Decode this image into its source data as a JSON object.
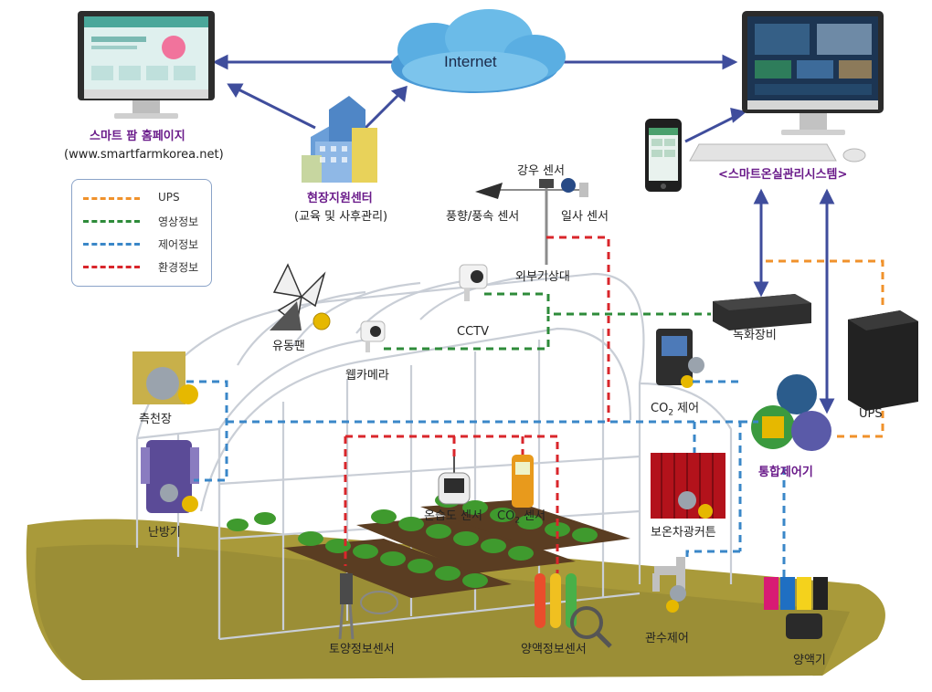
{
  "internet": {
    "label": "Internet"
  },
  "homepage": {
    "title": "스마트 팜 홈페이지",
    "url": "(www.smartfarmkorea.net)"
  },
  "support_center": {
    "title": "현장지원센터",
    "subtitle": "(교육 및 사후관리)"
  },
  "greenhouse_system": {
    "title": "<스마트온실관리시스템>"
  },
  "legend": {
    "items": [
      {
        "label": "UPS",
        "color": "#f0922b"
      },
      {
        "label": "영상정보",
        "color": "#2e8b3a"
      },
      {
        "label": "제어정보",
        "color": "#3a87c8"
      },
      {
        "label": "환경정보",
        "color": "#d9262b"
      }
    ]
  },
  "labels": {
    "rain_sensor": "강우 센서",
    "wind_sensor": "풍향/풍속 센서",
    "solar_sensor": "일사 센서",
    "weather_station": "외부기상대",
    "cctv": "CCTV",
    "webcam": "웹카메라",
    "circulation_fan": "유동팬",
    "side_window": "측천장",
    "heater": "난방기",
    "recorder": "녹화장비",
    "co2_control": "CO",
    "co2_control_sub": "2",
    "co2_control_suffix": " 제어",
    "ups": "UPS",
    "integrated_controller": "통합제어기",
    "temp_humidity_sensor": "온습도 센서",
    "co2_sensor": "CO",
    "co2_sensor_sub": "2",
    "co2_sensor_suffix": " 센서",
    "curtain": "보온차광커튼",
    "soil_sensor": "토양정보센서",
    "nutrient_sensor": "양액정보센서",
    "irrigation_control": "관수제어",
    "nutrient_supplier": "양액기"
  }
}
